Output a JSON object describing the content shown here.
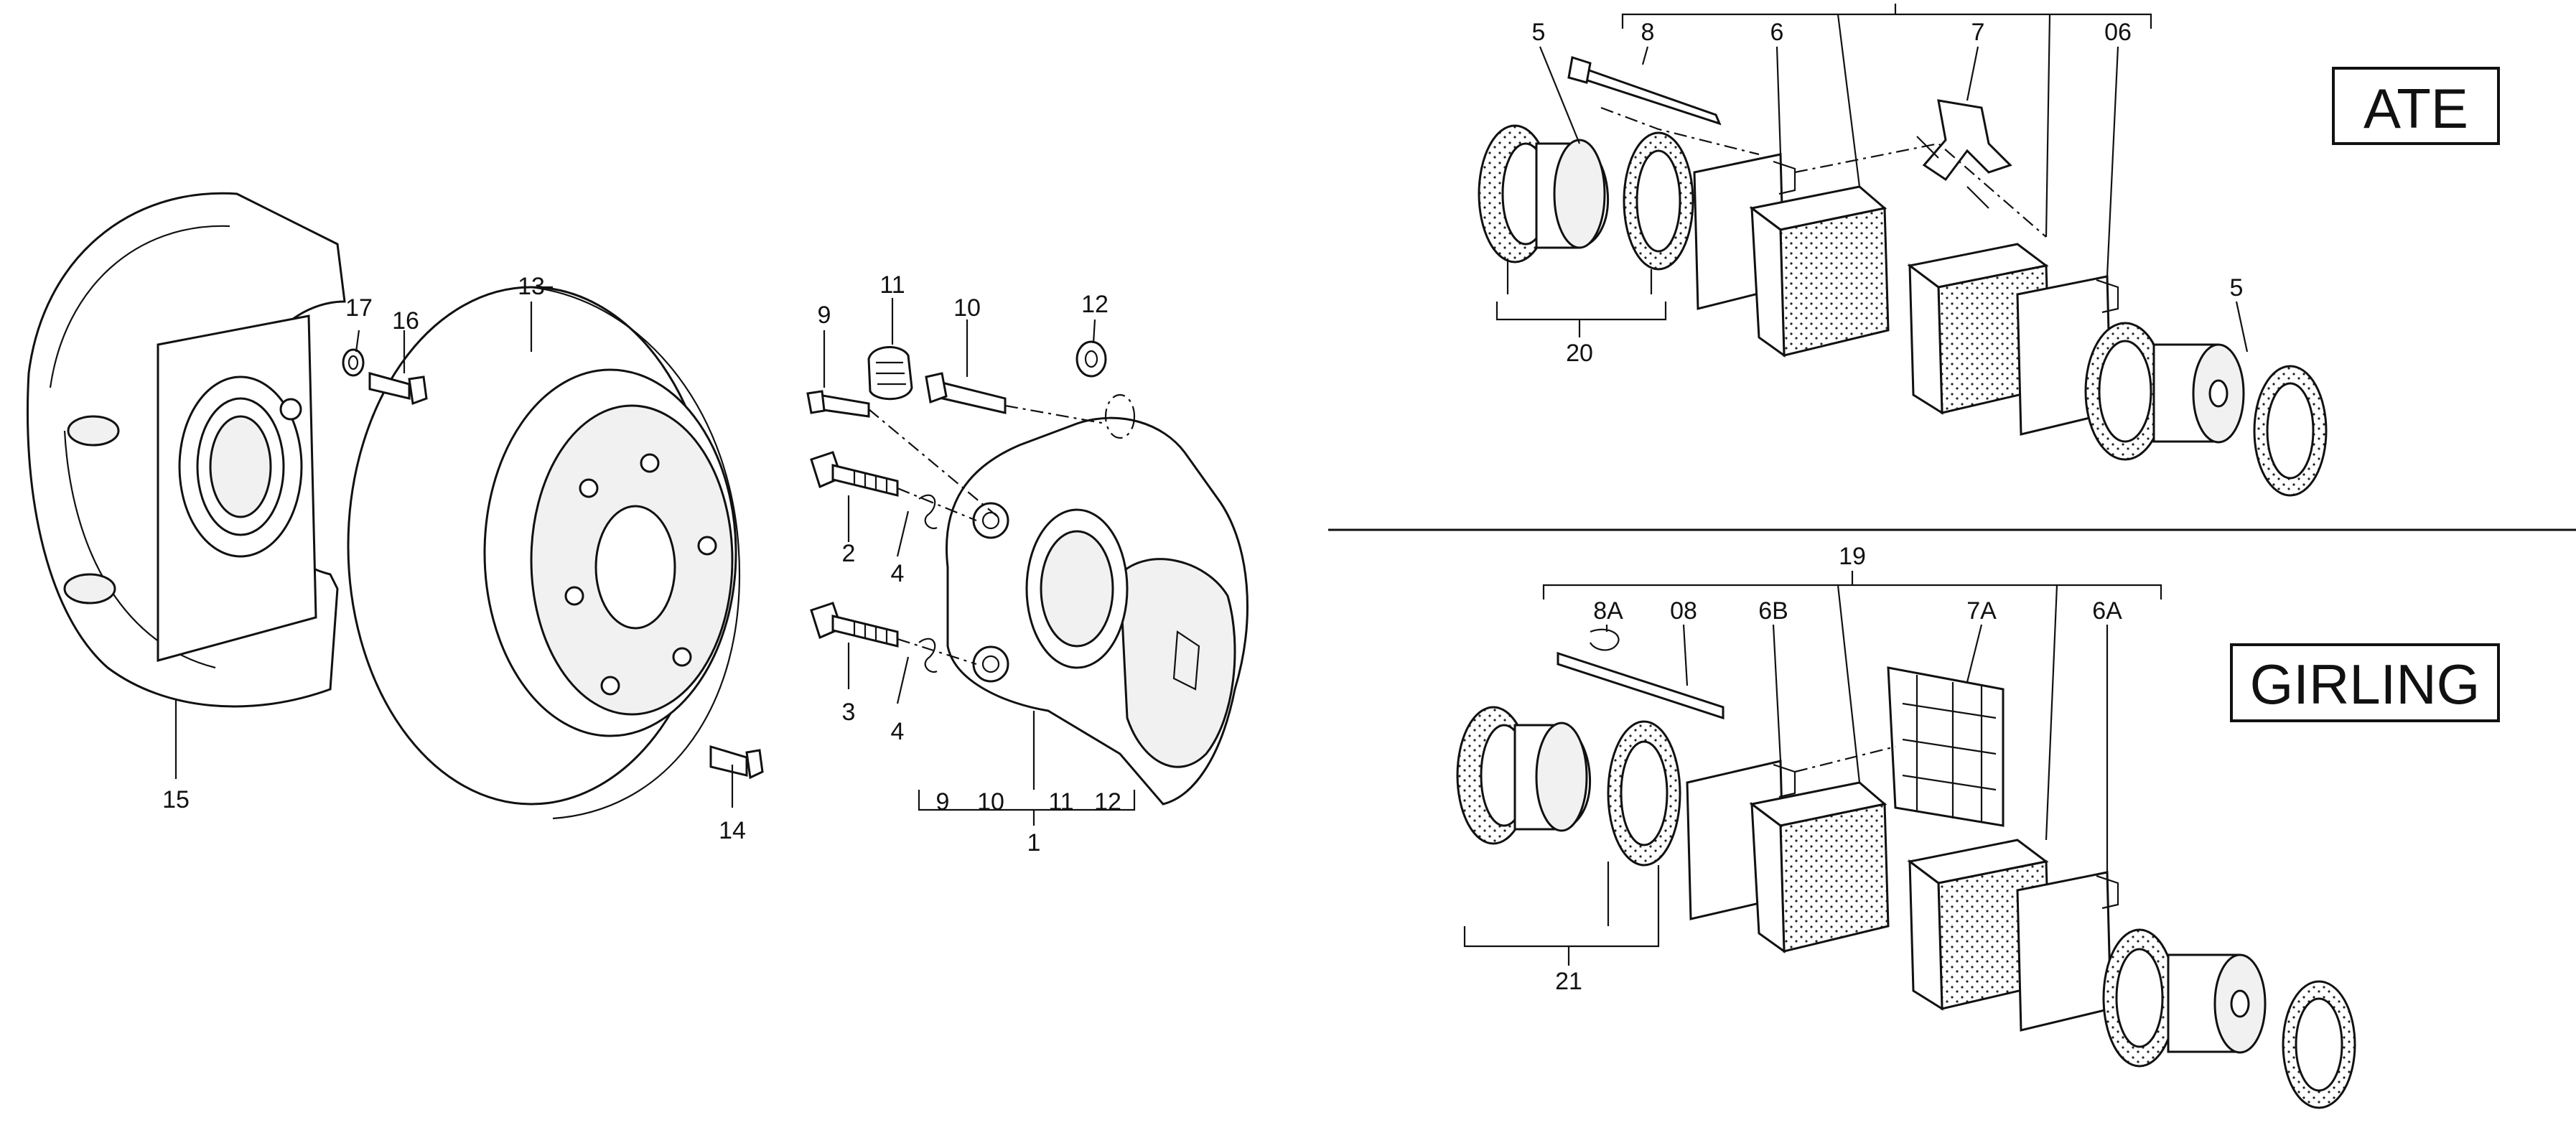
{
  "brands": {
    "ate": "ATE",
    "girling": "GIRLING"
  },
  "callouts": {
    "c1": "1",
    "c2": "2",
    "c3": "3",
    "c4a": "4",
    "c4b": "4",
    "c9": "9",
    "c10": "10",
    "c11": "11",
    "c12": "12",
    "c13": "13",
    "c14": "14",
    "c15": "15",
    "c16": "16",
    "c17": "17",
    "g9": "9",
    "g10": "10",
    "g11": "11",
    "g12": "12",
    "ate5a": "5",
    "ate8": "8",
    "ate6": "6",
    "ate7": "7",
    "ate06": "06",
    "ate5b": "5",
    "ate20": "20",
    "gir19": "19",
    "gir8a": "8A",
    "gir08": "08",
    "gir6b": "6B",
    "gir7a": "7A",
    "gir6a": "6A",
    "gir21": "21"
  }
}
